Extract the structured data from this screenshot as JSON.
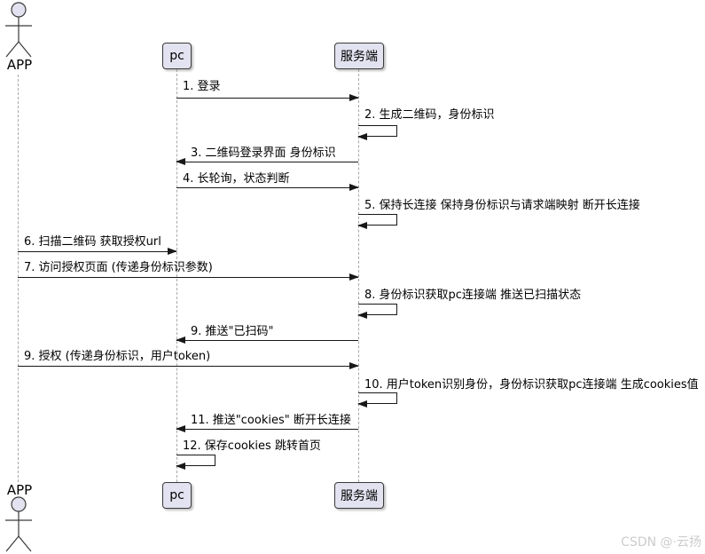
{
  "participants": {
    "app": {
      "label": "APP",
      "type": "actor"
    },
    "pc": {
      "label": "pc",
      "type": "participant"
    },
    "server": {
      "label": "服务端",
      "type": "participant"
    }
  },
  "messages": [
    {
      "from": "pc",
      "to": "server",
      "kind": "arrow",
      "label": "1. 登录"
    },
    {
      "from": "server",
      "to": "server",
      "kind": "self",
      "label": "2. 生成二维码，身份标识"
    },
    {
      "from": "server",
      "to": "pc",
      "kind": "arrow",
      "label": "3. 二维码登录界面 身份标识"
    },
    {
      "from": "pc",
      "to": "server",
      "kind": "arrow",
      "label": "4. 长轮询，状态判断"
    },
    {
      "from": "server",
      "to": "server",
      "kind": "self",
      "label": "5. 保持长连接 保持身份标识与请求端映射 断开长连接"
    },
    {
      "from": "app",
      "to": "pc",
      "kind": "arrow",
      "label": "6. 扫描二维码 获取授权url"
    },
    {
      "from": "app",
      "to": "server",
      "kind": "arrow",
      "label": "7. 访问授权页面 (传递身份标识参数)"
    },
    {
      "from": "server",
      "to": "server",
      "kind": "self",
      "label": "8. 身份标识获取pc连接端 推送已扫描状态"
    },
    {
      "from": "server",
      "to": "pc",
      "kind": "arrow",
      "label": "9. 推送\"已扫码\""
    },
    {
      "from": "app",
      "to": "server",
      "kind": "arrow",
      "label": "9. 授权 (传递身份标识，用户token)"
    },
    {
      "from": "server",
      "to": "server",
      "kind": "self",
      "label": "10. 用户token识别身份，身份标识获取pc连接端 生成cookies值"
    },
    {
      "from": "server",
      "to": "pc",
      "kind": "arrow",
      "label": "11. 推送\"cookies\" 断开长连接"
    },
    {
      "from": "pc",
      "to": "pc",
      "kind": "self",
      "label": "12. 保存cookies 跳转首页"
    }
  ],
  "watermark": "CSDN @·云扬",
  "colors": {
    "background": "#FFFFFF",
    "participant_fill": "#E2E2F0",
    "participant_border": "#3A3A3A",
    "lifeline": "#A8A8A8",
    "arrow": "#181818",
    "text": "#000000",
    "watermark": "#CCCCCC"
  }
}
